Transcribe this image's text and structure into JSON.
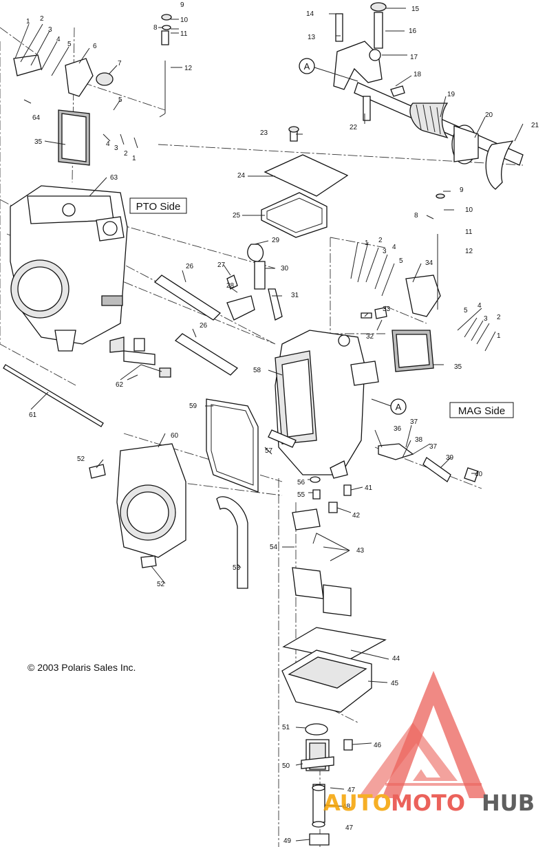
{
  "diagram": {
    "side_labels": {
      "pto": "PTO Side",
      "mag": "MAG Side"
    },
    "reference_marker": "A",
    "copyright": "© 2003 Polaris Sales Inc.",
    "callouts": [
      "1",
      "2",
      "3",
      "4",
      "5",
      "6",
      "7",
      "9",
      "10",
      "8",
      "11",
      "12",
      "64",
      "5",
      "4",
      "3",
      "2",
      "1",
      "35",
      "63",
      "14",
      "15",
      "16",
      "13",
      "17",
      "18",
      "19",
      "20",
      "21",
      "22",
      "23",
      "24",
      "25",
      "29",
      "30",
      "31",
      "26",
      "27",
      "28",
      "26",
      "62",
      "61",
      "9",
      "10",
      "8",
      "11",
      "12",
      "1",
      "2",
      "3",
      "4",
      "5",
      "34",
      "33",
      "32",
      "5",
      "4",
      "3",
      "2",
      "1",
      "35",
      "58",
      "59",
      "60",
      "52",
      "52",
      "57",
      "36",
      "37",
      "38",
      "37",
      "39",
      "40",
      "56",
      "55",
      "41",
      "42",
      "54",
      "43",
      "53",
      "44",
      "45",
      "51",
      "46",
      "50",
      "47",
      "48",
      "47",
      "49"
    ],
    "watermark": {
      "brand_part1": "AUTO",
      "brand_part2": "MOTO",
      "brand_part3": "HUB"
    },
    "colors": {
      "line": "#222222",
      "watermark_red": "#e8473f",
      "watermark_orange": "#f5a200",
      "watermark_gray": "#444444"
    }
  }
}
